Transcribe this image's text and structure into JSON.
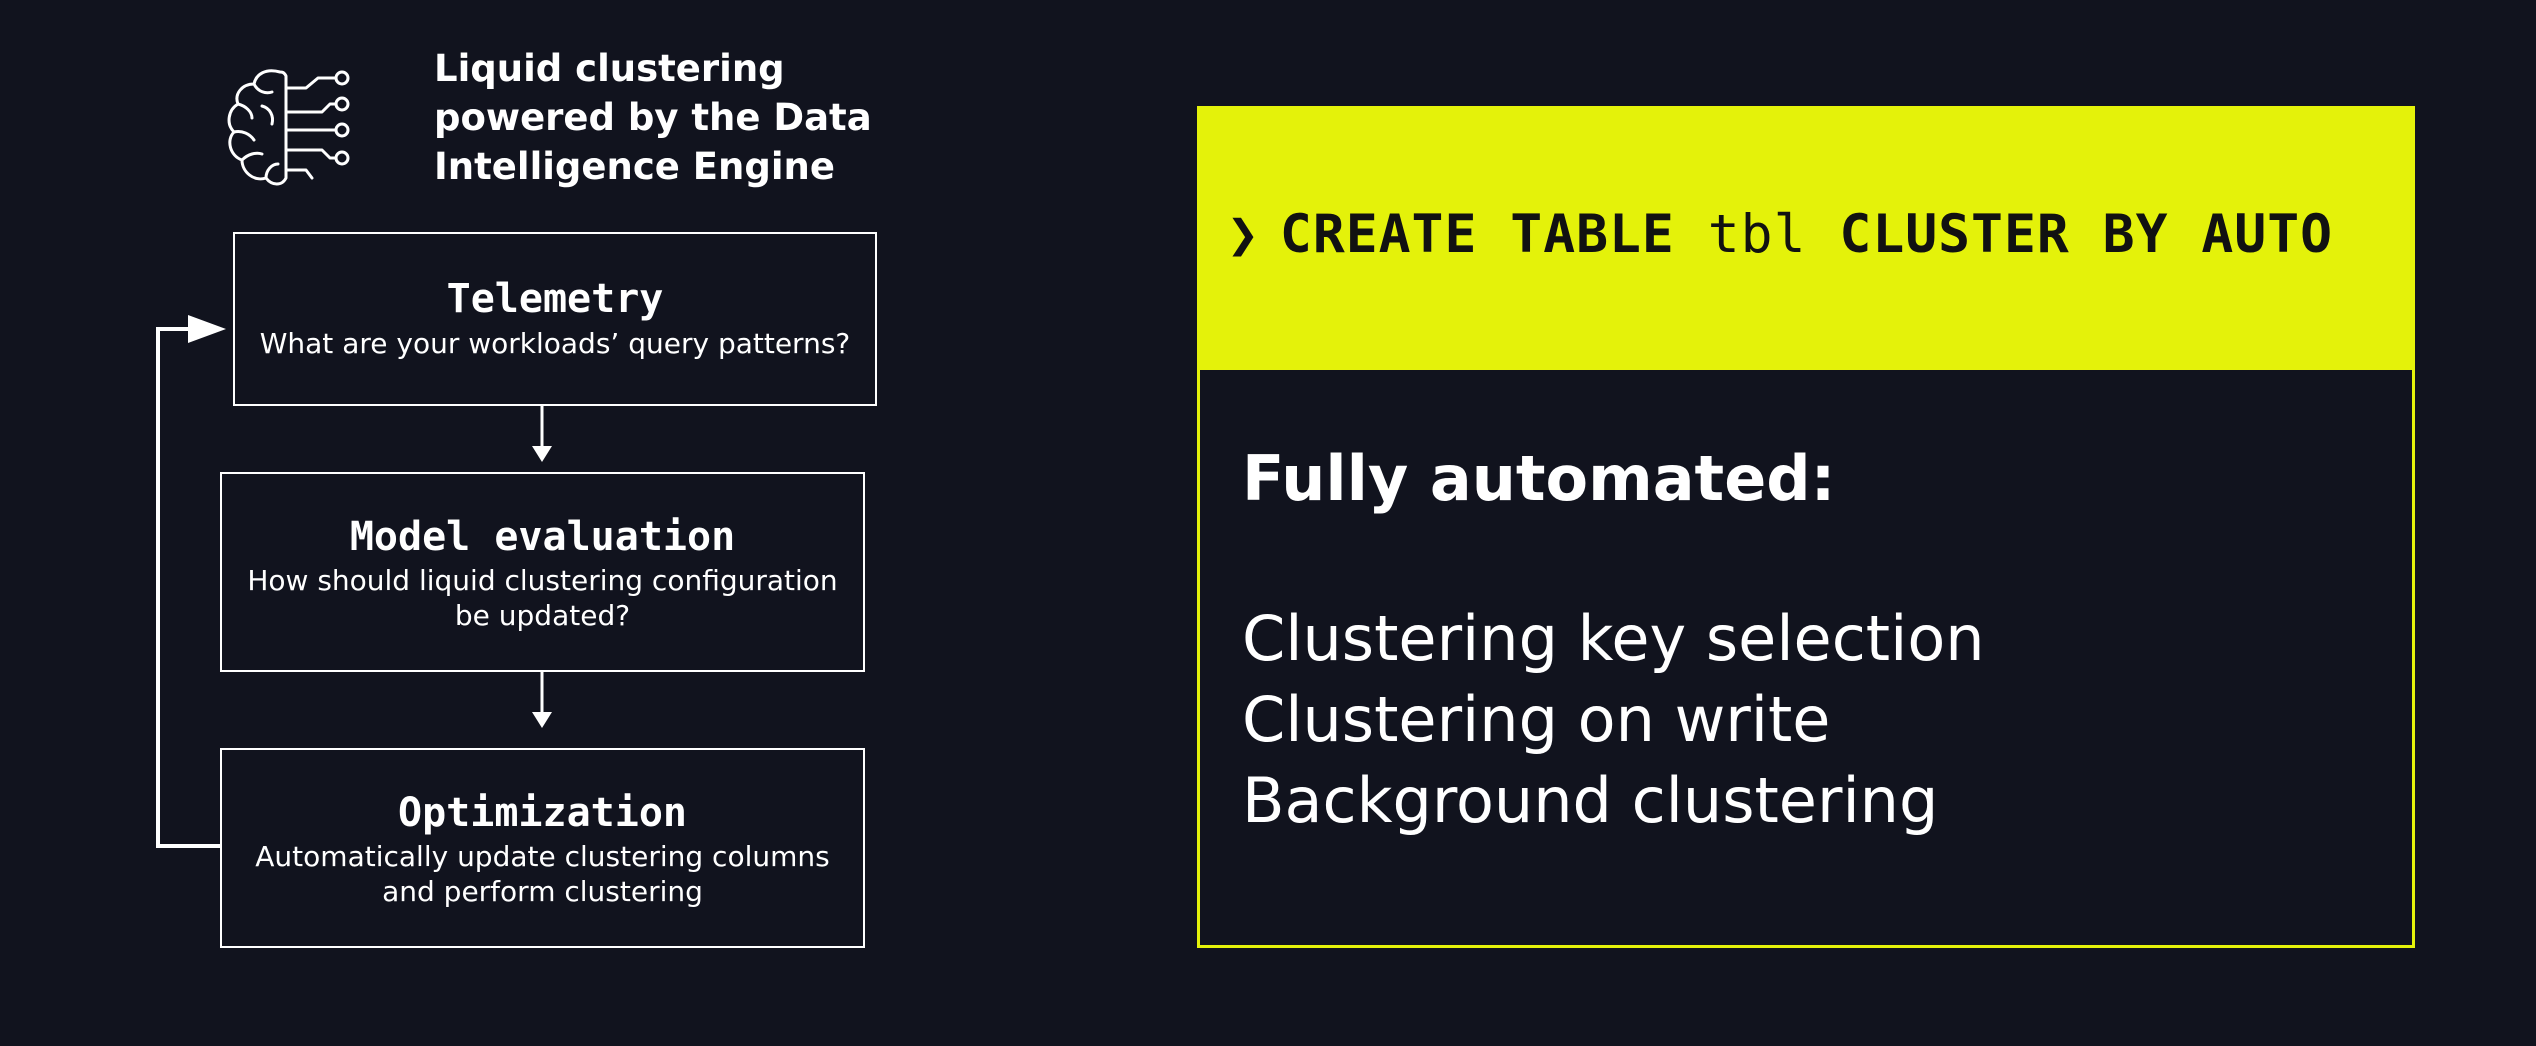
{
  "header": {
    "icon": "brain-circuit-icon",
    "title_lines": [
      "Liquid clustering",
      "powered by the Data",
      "Intelligence Engine"
    ]
  },
  "flow": {
    "steps": [
      {
        "title": "Telemetry",
        "description_lines": [
          "What are your workloads’ query patterns?"
        ]
      },
      {
        "title": "Model evaluation",
        "description_lines": [
          "How should liquid clustering configuration",
          "be updated?"
        ]
      },
      {
        "title": "Optimization",
        "description_lines": [
          "Automatically update clustering columns",
          "and perform clustering"
        ]
      }
    ]
  },
  "code": {
    "prompt": "❯",
    "parts": [
      {
        "text": "CREATE TABLE",
        "keyword": true
      },
      {
        "text": "tbl",
        "keyword": false
      },
      {
        "text": "CLUSTER BY AUTO",
        "keyword": true
      }
    ]
  },
  "features": {
    "heading": "Fully automated:",
    "items": [
      "Clustering key selection",
      "Clustering on write",
      "Background clustering"
    ]
  },
  "colors": {
    "background": "#11131e",
    "accent": "#e4f20a",
    "text": "#ffffff",
    "code_text": "#111111"
  }
}
